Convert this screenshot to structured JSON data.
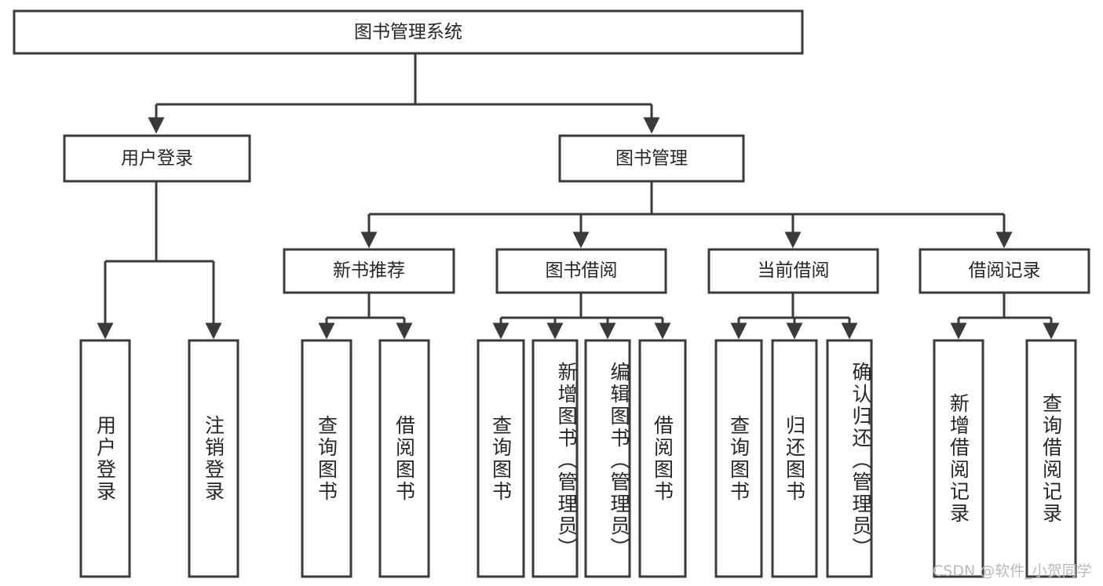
{
  "diagram": {
    "type": "hierarchy-tree",
    "title": "图书管理系统",
    "watermark": "CSDN @软件_小贺同学",
    "colors": {
      "stroke": "#3a3a3a",
      "fill": "#ffffff",
      "text": "#262626",
      "watermark": "#b9b9b9"
    },
    "nodes": {
      "root": {
        "label": "图书管理系统"
      },
      "level2": [
        {
          "label": "用户登录"
        },
        {
          "label": "图书管理"
        }
      ],
      "level3": [
        {
          "label": "新书推荐"
        },
        {
          "label": "图书借阅"
        },
        {
          "label": "当前借阅"
        },
        {
          "label": "借阅记录"
        }
      ],
      "leaves": {
        "user_login": [
          {
            "label": "用户登录"
          },
          {
            "label": "注销登录"
          }
        ],
        "new_book_recommend": [
          {
            "label": "查询图书"
          },
          {
            "label": "借阅图书"
          }
        ],
        "book_borrow": [
          {
            "label": "查询图书"
          },
          {
            "label": "新增图书（管理员）"
          },
          {
            "label": "编辑图书（管理员）"
          },
          {
            "label": "借阅图书"
          }
        ],
        "current_borrow": [
          {
            "label": "查询图书"
          },
          {
            "label": "归还图书"
          },
          {
            "label": "确认归还（管理员）"
          }
        ],
        "borrow_record": [
          {
            "label": "新增借阅记录"
          },
          {
            "label": "查询借阅记录"
          }
        ]
      }
    }
  }
}
